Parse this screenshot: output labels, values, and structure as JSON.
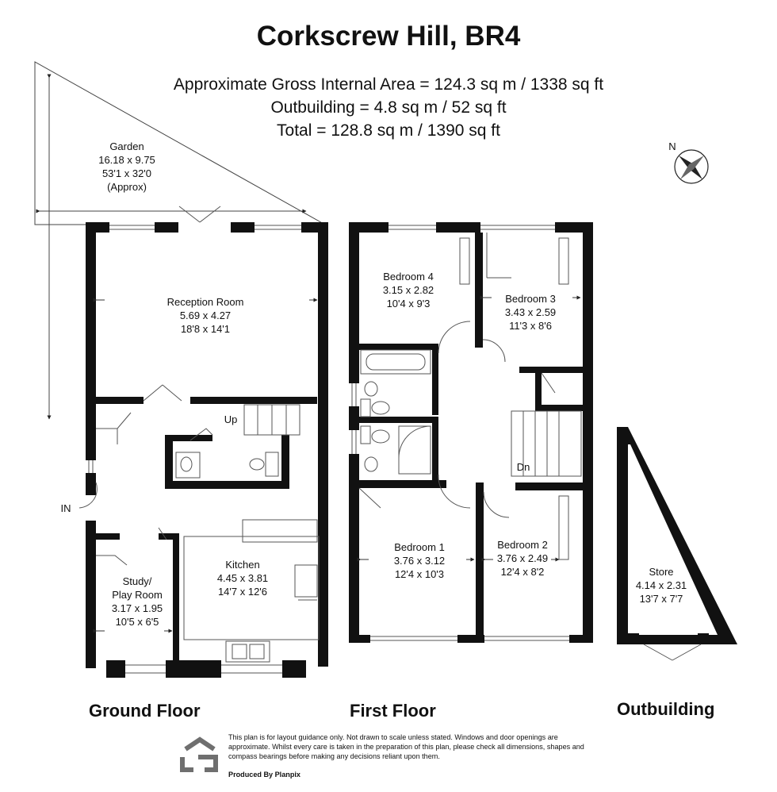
{
  "header": {
    "title": "Corkscrew Hill, BR4",
    "gross_area": "Approximate Gross Internal Area = 124.3 sq m / 1338 sq ft",
    "outbuilding_area": "Outbuilding = 4.8 sq m / 52 sq ft",
    "total_area": "Total = 128.8 sq m / 1390 sq ft"
  },
  "compass": {
    "label": "N"
  },
  "garden": {
    "name": "Garden",
    "metric": "16.18 x 9.75",
    "imperial": "53'1 x 32'0",
    "note": "(Approx)"
  },
  "ground_floor": {
    "label": "Ground Floor",
    "entrance": "IN",
    "stairs": "Up",
    "rooms": [
      {
        "name": "Reception Room",
        "metric": "5.69 x 4.27",
        "imperial": "18'8 x 14'1"
      },
      {
        "name": "Kitchen",
        "metric": "4.45 x 3.81",
        "imperial": "14'7 x 12'6"
      },
      {
        "name": "Study/",
        "name2": "Play Room",
        "metric": "3.17 x 1.95",
        "imperial": "10'5 x 6'5"
      }
    ]
  },
  "first_floor": {
    "label": "First Floor",
    "stairs": "Dn",
    "rooms": [
      {
        "name": "Bedroom 4",
        "metric": "3.15 x 2.82",
        "imperial": "10'4 x 9'3"
      },
      {
        "name": "Bedroom 3",
        "metric": "3.43 x 2.59",
        "imperial": "11'3 x 8'6"
      },
      {
        "name": "Bedroom 1",
        "metric": "3.76 x 3.12",
        "imperial": "12'4 x 10'3"
      },
      {
        "name": "Bedroom 2",
        "metric": "3.76 x 2.49",
        "imperial": "12'4 x 8'2"
      }
    ]
  },
  "outbuilding": {
    "label": "Outbuilding",
    "rooms": [
      {
        "name": "Store",
        "metric": "4.14 x 2.31",
        "imperial": "13'7 x 7'7"
      }
    ]
  },
  "footer": {
    "disclaimer": "This plan is for layout guidance only. Not drawn to scale unless stated. Windows and door openings are approximate. Whilst every care is taken in the preparation of this plan, please check all dimensions, shapes and compass bearings before making any decisions reliant upon them.",
    "produced_by": "Produced By Planpix"
  }
}
